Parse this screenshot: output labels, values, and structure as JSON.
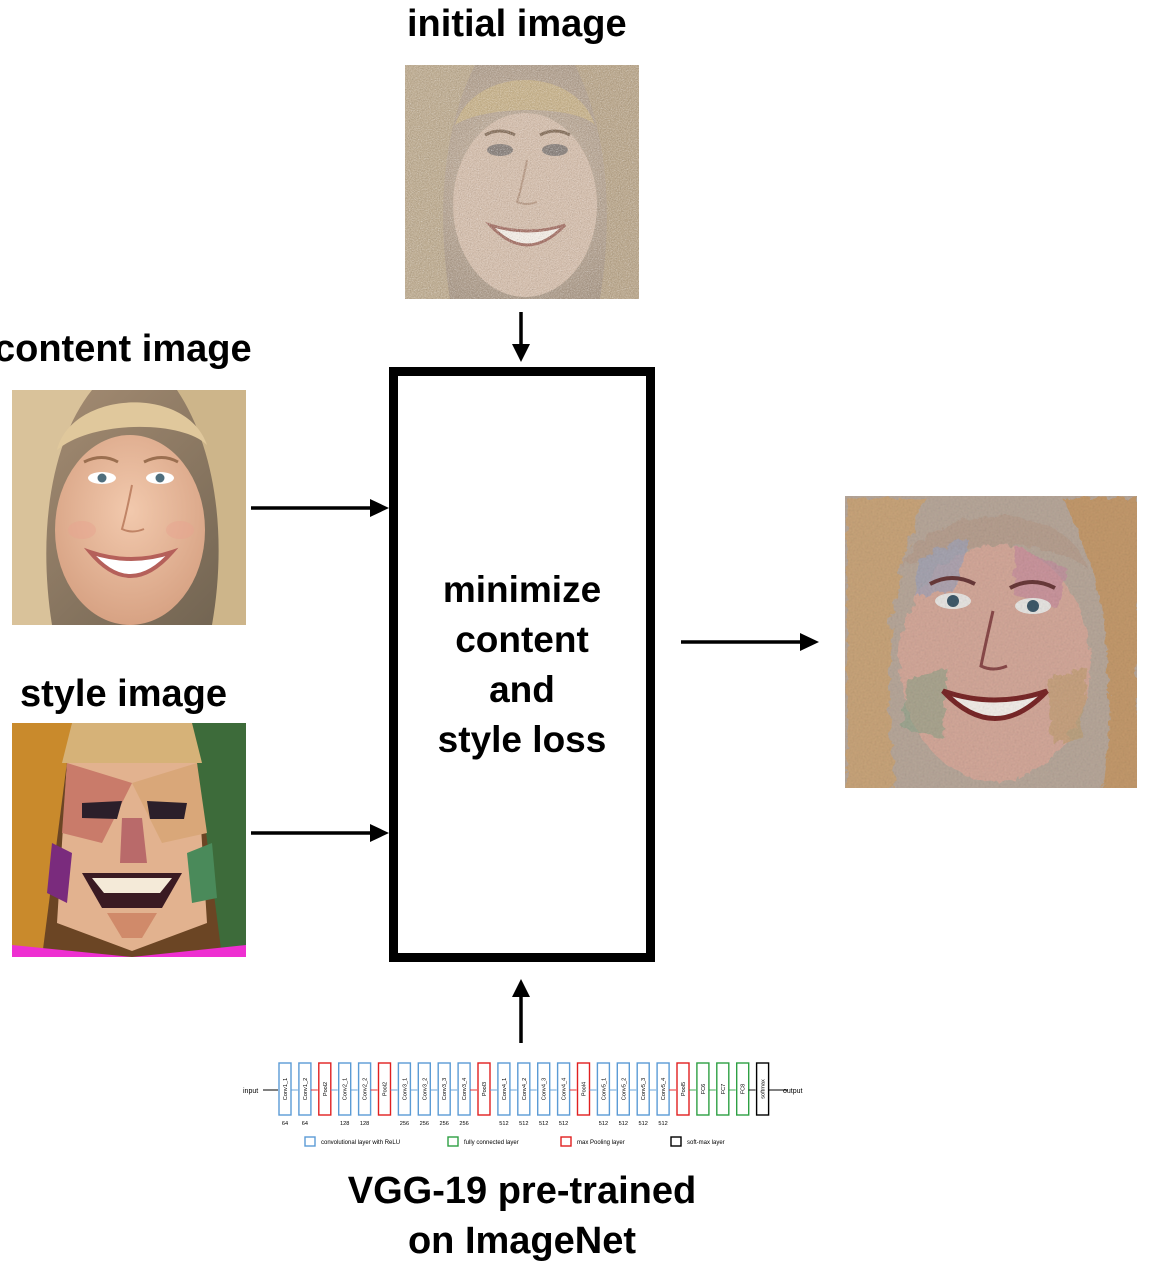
{
  "labels": {
    "initial": "initial image",
    "content": "content image",
    "style": "style image"
  },
  "box": {
    "lines": [
      "minimize",
      "content",
      "and",
      "style loss"
    ]
  },
  "vgg": {
    "input_label": "input",
    "output_label": "output",
    "layers": [
      {
        "name": "Conv1_1",
        "type": "conv",
        "size": "64"
      },
      {
        "name": "Conv1_2",
        "type": "conv",
        "size": "64"
      },
      {
        "name": "Pool2",
        "type": "pool",
        "size": ""
      },
      {
        "name": "Conv2_1",
        "type": "conv",
        "size": "128"
      },
      {
        "name": "Conv2_2",
        "type": "conv",
        "size": "128"
      },
      {
        "name": "Pool2",
        "type": "pool",
        "size": ""
      },
      {
        "name": "Conv3_1",
        "type": "conv",
        "size": "256"
      },
      {
        "name": "Conv3_2",
        "type": "conv",
        "size": "256"
      },
      {
        "name": "Conv3_3",
        "type": "conv",
        "size": "256"
      },
      {
        "name": "Conv3_4",
        "type": "conv",
        "size": "256"
      },
      {
        "name": "Pool3",
        "type": "pool",
        "size": ""
      },
      {
        "name": "Conv4_1",
        "type": "conv",
        "size": "512"
      },
      {
        "name": "Conv4_2",
        "type": "conv",
        "size": "512"
      },
      {
        "name": "Conv4_3",
        "type": "conv",
        "size": "512"
      },
      {
        "name": "Conv4_4",
        "type": "conv",
        "size": "512"
      },
      {
        "name": "Pool4",
        "type": "pool",
        "size": ""
      },
      {
        "name": "Conv5_1",
        "type": "conv",
        "size": "512"
      },
      {
        "name": "Conv5_2",
        "type": "conv",
        "size": "512"
      },
      {
        "name": "Conv5_3",
        "type": "conv",
        "size": "512"
      },
      {
        "name": "Conv5_4",
        "type": "conv",
        "size": "512"
      },
      {
        "name": "Pool5",
        "type": "pool",
        "size": ""
      },
      {
        "name": "FC6",
        "type": "fc",
        "size": ""
      },
      {
        "name": "FC7",
        "type": "fc",
        "size": ""
      },
      {
        "name": "FC8",
        "type": "fc",
        "size": ""
      },
      {
        "name": "softmax",
        "type": "softmax",
        "size": ""
      }
    ],
    "legend": [
      {
        "type": "conv",
        "label": "convolutional layer with ReLU"
      },
      {
        "type": "fc",
        "label": "fully connected layer"
      },
      {
        "type": "pool",
        "label": "max Pooling layer"
      },
      {
        "type": "softmax",
        "label": "soft-max layer"
      }
    ],
    "colors": {
      "conv": "#5b9bd5",
      "fc": "#2ea043",
      "pool": "#e02020",
      "softmax": "#000000"
    }
  },
  "caption": {
    "line1": "VGG-19 pre-trained",
    "line2": "on ImageNet"
  }
}
